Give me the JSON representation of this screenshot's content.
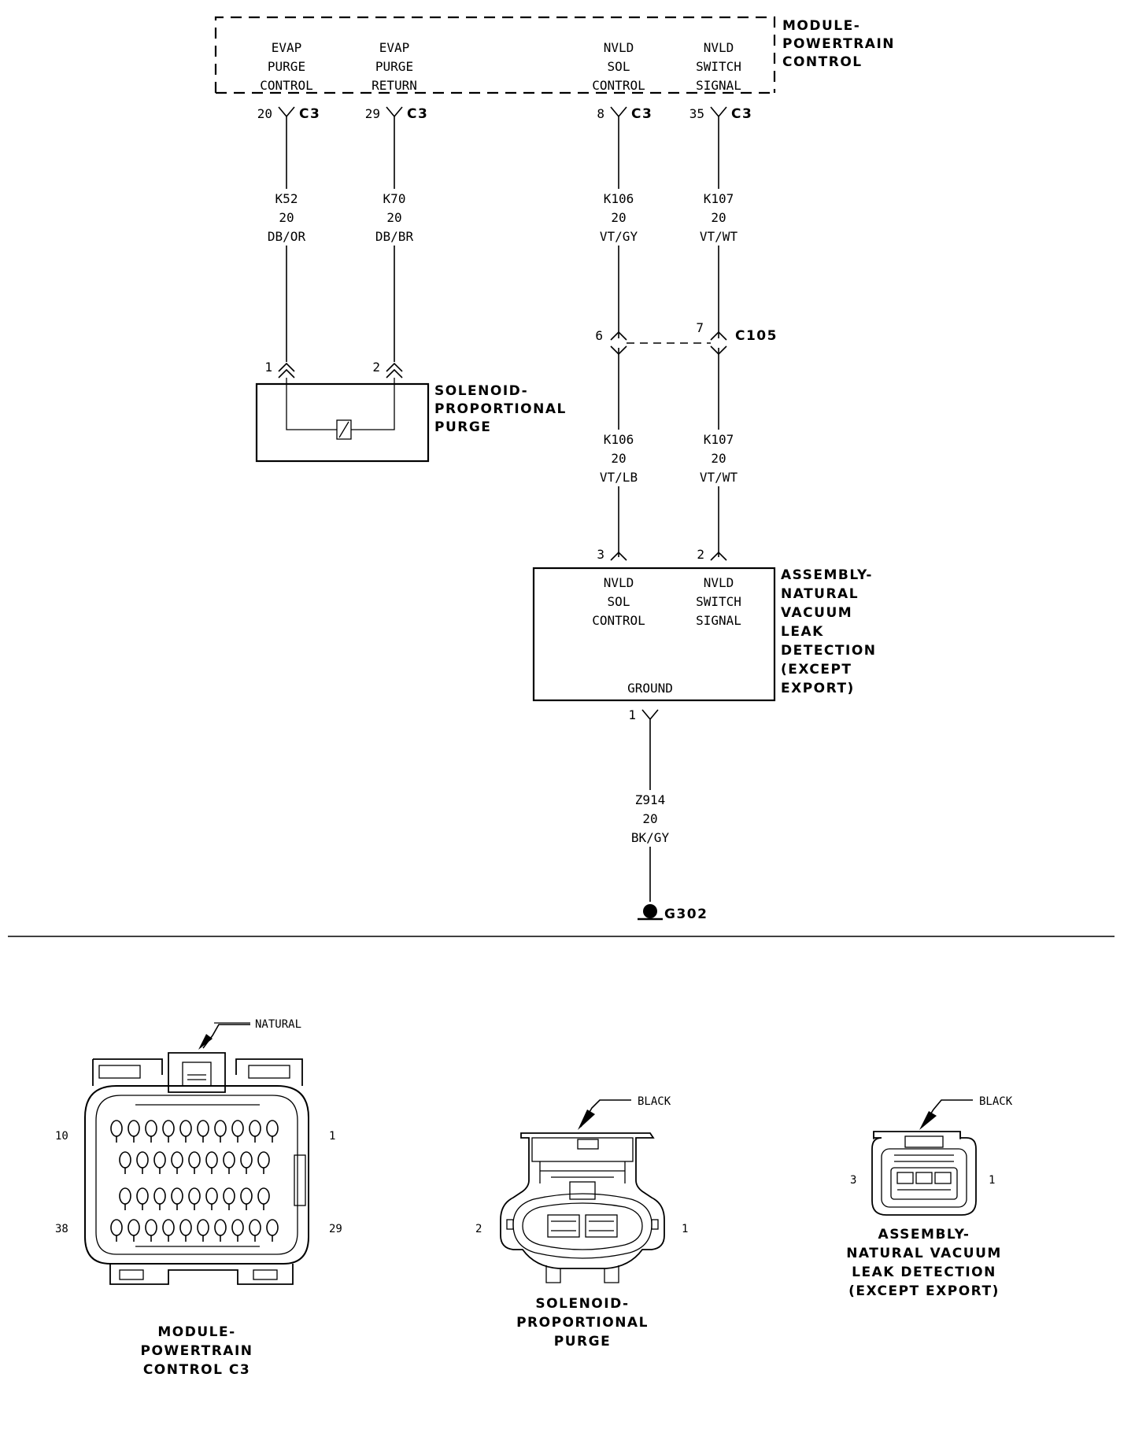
{
  "pcm": {
    "title": [
      "MODULE-",
      "POWERTRAIN",
      "CONTROL"
    ],
    "pins": [
      {
        "label": [
          "EVAP",
          "PURGE",
          "CONTROL"
        ],
        "pin": "20",
        "conn": "C3",
        "wire": [
          "K52",
          "20",
          "DB/OR"
        ]
      },
      {
        "label": [
          "EVAP",
          "PURGE",
          "RETURN"
        ],
        "pin": "29",
        "conn": "C3",
        "wire": [
          "K70",
          "20",
          "DB/BR"
        ]
      },
      {
        "label": [
          "NVLD",
          "SOL",
          "CONTROL"
        ],
        "pin": "8",
        "conn": "C3",
        "wire": [
          "K106",
          "20",
          "VT/GY"
        ]
      },
      {
        "label": [
          "NVLD",
          "SWITCH",
          "SIGNAL"
        ],
        "pin": "35",
        "conn": "C3",
        "wire": [
          "K107",
          "20",
          "VT/WT"
        ]
      }
    ]
  },
  "solenoid": {
    "title": [
      "SOLENOID-",
      "PROPORTIONAL",
      "PURGE"
    ],
    "pins": [
      "1",
      "2"
    ]
  },
  "inline_connector": {
    "name": "C105",
    "pins": [
      "6",
      "7"
    ]
  },
  "lower_wires": [
    [
      "K106",
      "20",
      "VT/LB"
    ],
    [
      "K107",
      "20",
      "VT/WT"
    ]
  ],
  "nvld": {
    "title": [
      "ASSEMBLY-",
      "NATURAL",
      "VACUUM",
      "LEAK",
      "DETECTION",
      "(EXCEPT",
      "EXPORT)"
    ],
    "pins": [
      "3",
      "2",
      "1"
    ],
    "labels": [
      [
        "NVLD",
        "SOL",
        "CONTROL"
      ],
      [
        "NVLD",
        "SWITCH",
        "SIGNAL"
      ]
    ],
    "ground_label": "GROUND",
    "ground_wire": [
      "Z914",
      "20",
      "BK/GY"
    ],
    "ground_point": "G302"
  },
  "connector_views": [
    {
      "color": "NATURAL",
      "pin_labels": {
        "top_left": "10",
        "top_right": "1",
        "bottom_left": "38",
        "bottom_right": "29"
      },
      "caption": [
        "MODULE-",
        "POWERTRAIN",
        "CONTROL C3"
      ]
    },
    {
      "color": "BLACK",
      "pin_labels": {
        "left": "2",
        "right": "1"
      },
      "caption": [
        "SOLENOID-",
        "PROPORTIONAL",
        "PURGE"
      ]
    },
    {
      "color": "BLACK",
      "pin_labels": {
        "left": "3",
        "right": "1"
      },
      "caption": [
        "ASSEMBLY-",
        "NATURAL VACUUM",
        "LEAK DETECTION",
        "(EXCEPT EXPORT)"
      ]
    }
  ]
}
